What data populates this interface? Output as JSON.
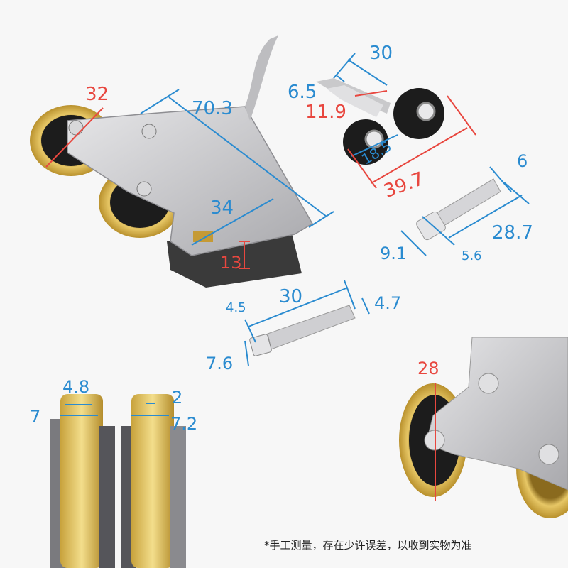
{
  "colors": {
    "dimension_blue": "#2a8bd0",
    "dimension_red": "#e8473f",
    "brass": "#d9b24a",
    "steel": "#c9c9cb",
    "rubber_black": "#1c1c1c"
  },
  "main_roller": {
    "wheel_diameter": "32",
    "plate_length": "70.3",
    "plate_width": "34",
    "height": "13"
  },
  "small_roller": {
    "fork_length": "30",
    "fork_gap": "6.5",
    "fork_offset": "11.9",
    "wheel_diameter": "18.5",
    "total_length": "39.7"
  },
  "tapping_screw": {
    "thread_diameter": "6",
    "length": "28.7",
    "head_diameter": "9.1",
    "head_height": "5.6"
  },
  "machine_screw": {
    "length": "30",
    "head_height": "4.5",
    "thread_diameter": "4.7",
    "head_diameter": "7.6"
  },
  "wheel_profiles": {
    "concave_groove": "4.8",
    "concave_width": "7",
    "flat_ridge": "2",
    "flat_width": "7.2"
  },
  "closeup_roller": {
    "wheel_diameter": "28"
  },
  "footnote": "*手工测量，存在少许误差，以收到实物为准"
}
